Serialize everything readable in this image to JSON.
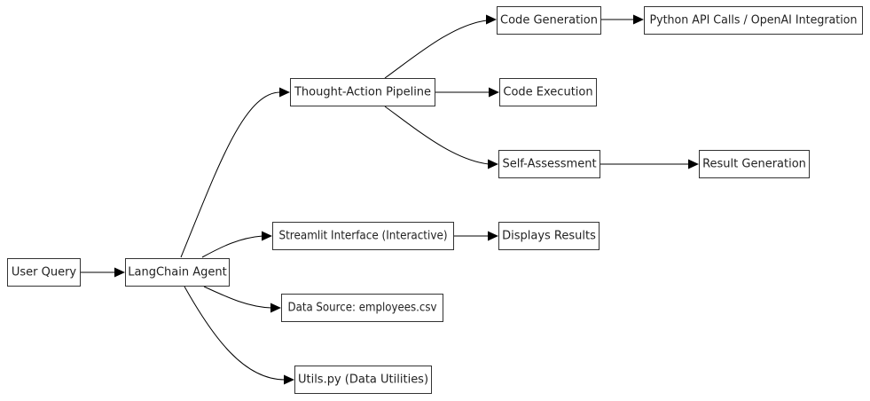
{
  "diagram": {
    "nodes": [
      {
        "id": "user_query",
        "label": "User Query"
      },
      {
        "id": "langchain_agent",
        "label": "LangChain Agent"
      },
      {
        "id": "thought_action",
        "label": "Thought-Action Pipeline"
      },
      {
        "id": "code_generation",
        "label": "Code Generation"
      },
      {
        "id": "python_api",
        "label": "Python API Calls / OpenAI Integration"
      },
      {
        "id": "code_execution",
        "label": "Code Execution"
      },
      {
        "id": "self_assessment",
        "label": "Self-Assessment"
      },
      {
        "id": "result_generation",
        "label": "Result Generation"
      },
      {
        "id": "streamlit",
        "label": "Streamlit Interface (Interactive)"
      },
      {
        "id": "displays_results",
        "label": "Displays Results"
      },
      {
        "id": "data_source",
        "label": "Data Source: employees.csv"
      },
      {
        "id": "utils",
        "label": "Utils.py (Data Utilities)"
      }
    ],
    "edges": [
      {
        "from": "user_query",
        "to": "langchain_agent"
      },
      {
        "from": "langchain_agent",
        "to": "thought_action"
      },
      {
        "from": "langchain_agent",
        "to": "streamlit"
      },
      {
        "from": "langchain_agent",
        "to": "data_source"
      },
      {
        "from": "langchain_agent",
        "to": "utils"
      },
      {
        "from": "thought_action",
        "to": "code_generation"
      },
      {
        "from": "thought_action",
        "to": "code_execution"
      },
      {
        "from": "thought_action",
        "to": "self_assessment"
      },
      {
        "from": "code_generation",
        "to": "python_api"
      },
      {
        "from": "self_assessment",
        "to": "result_generation"
      },
      {
        "from": "streamlit",
        "to": "displays_results"
      }
    ]
  }
}
